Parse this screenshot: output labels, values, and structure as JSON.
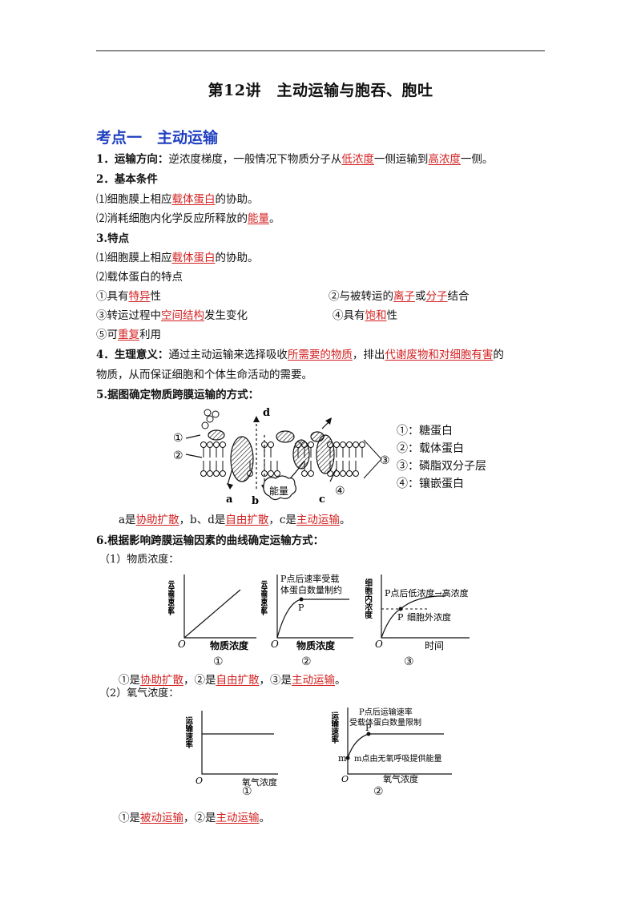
{
  "header": {
    "title": "第12讲　主动运输与胞吞、胞吐"
  },
  "section": {
    "title": "考点一　主动运输"
  },
  "p1": {
    "label": "1．运输方向：",
    "t1": "逆浓度梯度，一般情况下物质分子从",
    "a1": "低浓度",
    "t2": "一侧运输到",
    "a2": "高浓度",
    "t3": "一侧。"
  },
  "p2": {
    "label": "2．基本条件",
    "l1": {
      "t1": "⑴细胞膜上相应",
      "a1": "载体蛋白",
      "t2": "的协助。"
    },
    "l2": {
      "t1": "⑵消耗细胞内化学反应所释放的",
      "a1": "能量",
      "t2": "。"
    }
  },
  "p3": {
    "label": "3.特点",
    "l1": {
      "t1": "⑴细胞膜上相应",
      "a1": "载体蛋白",
      "t2": "的协助。"
    },
    "l2": "⑵载体蛋白的特点",
    "c1": {
      "t1": "①具有",
      "a1": "特异",
      "t2": "性"
    },
    "c2": {
      "t1": "②与被转运的",
      "a1": "离子",
      "t2": "或",
      "a2": "分子",
      "t3": "结合"
    },
    "c3": {
      "t1": "③转运过程中",
      "a1": "空间结构",
      "t2": "发生变化"
    },
    "c4": {
      "t1": "④具有",
      "a1": "饱和",
      "t2": "性"
    },
    "c5": {
      "t1": "⑤可",
      "a1": "重复",
      "t2": "利用"
    }
  },
  "p4": {
    "label": "4．生理意义：",
    "t1": "通过主动运输来选择吸收",
    "a1": "所需要的物质",
    "t2": "，排出",
    "a2": "代谢废物和对细胞有害",
    "t3": "的",
    "l2": "物质，从而保证细胞和个体生命活动的需要。"
  },
  "p5": {
    "label": "5.据图确定物质跨膜运输的方式：",
    "legend": [
      "①：糖蛋白",
      "②：载体蛋白",
      "③：磷脂双分子层",
      "④：镶嵌蛋白"
    ],
    "fig": {
      "m1": "①",
      "m2": "②",
      "m3": "③",
      "m4": "④",
      "a": "a",
      "b": "b",
      "c": "c",
      "d": "d",
      "energy": "能量"
    },
    "ans": {
      "t1": "a是",
      "a1": "协助扩散",
      "t2": "，b、d是",
      "a2": "自由扩散",
      "t3": "，c是",
      "a3": "主动运输",
      "t4": "。"
    }
  },
  "p6": {
    "label": "6.根据影响跨膜运输因素的曲线确定运输方式：",
    "s1": "（1）物质浓度：",
    "g1": {
      "ylabel": "运输速率",
      "xlabel": "物质浓度",
      "o": "O",
      "num": "①"
    },
    "g2": {
      "ylabel": "运输速率",
      "xlabel": "物质浓度",
      "o": "O",
      "num": "②",
      "p": "P",
      "note1": "P点后速率受载",
      "note2": "体蛋白数量制约"
    },
    "g3": {
      "ylabel": "细胞内浓度",
      "xlabel": "时间",
      "o": "O",
      "num": "③",
      "p": "P",
      "note1": "P点后低浓度→高浓度",
      "note2": "细胞外浓度"
    },
    "ans1": {
      "t1": "①是",
      "a1": "协助扩散",
      "t2": "，②是",
      "a2": "自由扩散",
      "t3": "，③是",
      "a3": "主动运输",
      "t4": "。"
    },
    "s2": "（2）氧气浓度：",
    "g4": {
      "ylabel": "运输速率",
      "xlabel": "氧气浓度",
      "o": "O",
      "num": "①"
    },
    "g5": {
      "ylabel": "运输速率",
      "xlabel": "氧气浓度",
      "o": "O",
      "num": "②",
      "p": "P",
      "m": "m",
      "note1": "P点后运输速率",
      "note2": "受载体蛋白数量限制",
      "note3": "m点由无氧呼吸提供能量"
    },
    "ans2": {
      "t1": "①是",
      "a1": "被动运输",
      "t2": "，②是",
      "a2": "主动运输",
      "t3": "。"
    }
  }
}
